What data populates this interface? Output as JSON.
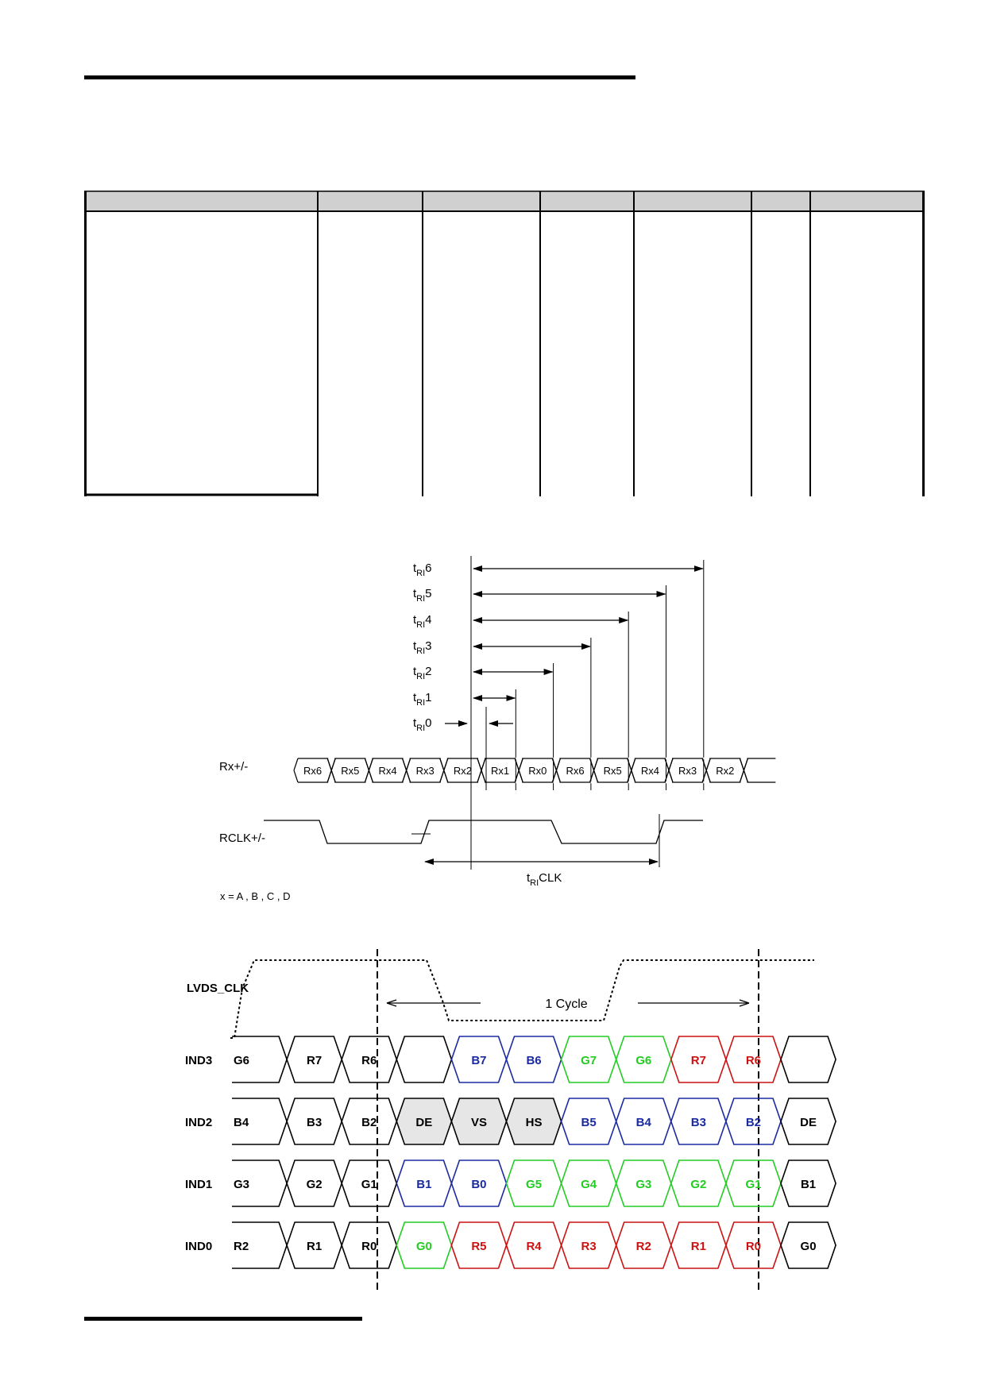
{
  "timing": {
    "t_labels": [
      {
        "main": "t",
        "sub": "RI",
        "suffix": "6"
      },
      {
        "main": "t",
        "sub": "RI",
        "suffix": "5"
      },
      {
        "main": "t",
        "sub": "RI",
        "suffix": "4"
      },
      {
        "main": "t",
        "sub": "RI",
        "suffix": "3"
      },
      {
        "main": "t",
        "sub": "RI",
        "suffix": "2"
      },
      {
        "main": "t",
        "sub": "RI",
        "suffix": "1"
      },
      {
        "main": "t",
        "sub": "RI",
        "suffix": "0"
      }
    ],
    "rx_label": "Rx+/-",
    "rclk_label": "RCLK+/-",
    "rx_cells": [
      "Rx6",
      "Rx5",
      "Rx4",
      "Rx3",
      "Rx2",
      "Rx1",
      "Rx0",
      "Rx6",
      "Rx5",
      "Rx4",
      "Rx3",
      "Rx2"
    ],
    "clk_period_label": {
      "main": "t",
      "sub": "RI",
      "suffix": "CLK"
    },
    "note": "x = A , B , C , D"
  },
  "lvds": {
    "clk_label": "LVDS_CLK",
    "cycle_label": "1 Cycle",
    "colors": {
      "black": "#000000",
      "blue": "#1a2aa0",
      "green": "#22cc22",
      "red": "#cc1111",
      "gray_fill": "#e6e6e6"
    },
    "rows": [
      {
        "label": "IND3",
        "cells": [
          {
            "t": "G6",
            "c": "black"
          },
          {
            "t": "R7",
            "c": "black"
          },
          {
            "t": "R6",
            "c": "black"
          },
          {
            "t": "",
            "c": "black"
          },
          {
            "t": "B7",
            "c": "blue"
          },
          {
            "t": "B6",
            "c": "blue"
          },
          {
            "t": "G7",
            "c": "green"
          },
          {
            "t": "G6",
            "c": "green"
          },
          {
            "t": "R7",
            "c": "red"
          },
          {
            "t": "R6",
            "c": "red"
          },
          {
            "t": "",
            "c": "black"
          }
        ]
      },
      {
        "label": "IND2",
        "cells": [
          {
            "t": "B4",
            "c": "black"
          },
          {
            "t": "B3",
            "c": "black"
          },
          {
            "t": "B2",
            "c": "black"
          },
          {
            "t": "DE",
            "c": "black",
            "fill": true
          },
          {
            "t": "VS",
            "c": "black",
            "fill": true
          },
          {
            "t": "HS",
            "c": "black",
            "fill": true
          },
          {
            "t": "B5",
            "c": "blue"
          },
          {
            "t": "B4",
            "c": "blue"
          },
          {
            "t": "B3",
            "c": "blue"
          },
          {
            "t": "B2",
            "c": "blue"
          },
          {
            "t": "DE",
            "c": "black"
          }
        ]
      },
      {
        "label": "IND1",
        "cells": [
          {
            "t": "G3",
            "c": "black"
          },
          {
            "t": "G2",
            "c": "black"
          },
          {
            "t": "G1",
            "c": "black"
          },
          {
            "t": "B1",
            "c": "blue"
          },
          {
            "t": "B0",
            "c": "blue"
          },
          {
            "t": "G5",
            "c": "green"
          },
          {
            "t": "G4",
            "c": "green"
          },
          {
            "t": "G3",
            "c": "green"
          },
          {
            "t": "G2",
            "c": "green"
          },
          {
            "t": "G1",
            "c": "green"
          },
          {
            "t": "B1",
            "c": "black"
          }
        ]
      },
      {
        "label": "IND0",
        "cells": [
          {
            "t": "R2",
            "c": "black"
          },
          {
            "t": "R1",
            "c": "black"
          },
          {
            "t": "R0",
            "c": "black"
          },
          {
            "t": "G0",
            "c": "green"
          },
          {
            "t": "R5",
            "c": "red"
          },
          {
            "t": "R4",
            "c": "red"
          },
          {
            "t": "R3",
            "c": "red"
          },
          {
            "t": "R2",
            "c": "red"
          },
          {
            "t": "R1",
            "c": "red"
          },
          {
            "t": "R0",
            "c": "red"
          },
          {
            "t": "G0",
            "c": "black"
          }
        ]
      }
    ]
  }
}
